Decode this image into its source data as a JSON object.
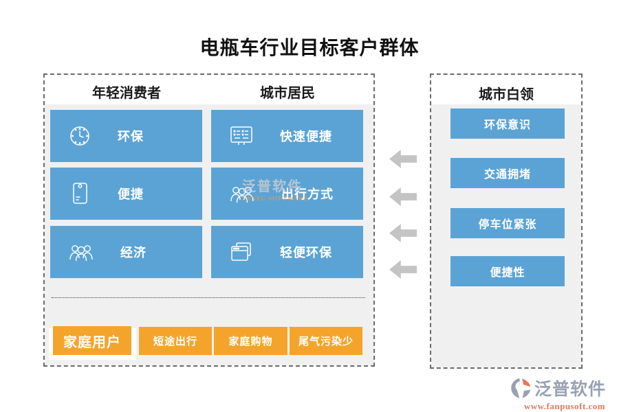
{
  "title": "电瓶车行业目标客户群体",
  "left_panel": {
    "columns": [
      {
        "header": "年轻消费者",
        "items": [
          {
            "icon": "clock-icon",
            "label": "环保"
          },
          {
            "icon": "envelope-icon",
            "label": "便捷"
          },
          {
            "icon": "people-group-icon",
            "label": "经济"
          }
        ]
      },
      {
        "header": "城市居民",
        "items": [
          {
            "icon": "form-list-icon",
            "label": "快速便捷"
          },
          {
            "icon": "people-group-icon",
            "label": "出行方式"
          },
          {
            "icon": "stacked-windows-icon",
            "label": "轻便环保"
          }
        ]
      }
    ],
    "bottom_row": {
      "primary": "家庭用户",
      "tags": [
        "短途出行",
        "家庭购物",
        "尾气污染少"
      ]
    }
  },
  "right_panel": {
    "header": "城市白领",
    "items": [
      "环保意识",
      "交通拥堵",
      "停车位紧张",
      "便捷性"
    ]
  },
  "watermark": {
    "text": "泛普软件",
    "subtext": "FANPU SOFTWARE"
  },
  "logo": {
    "name": "泛普软件",
    "url": "www.fanpusoft.com"
  },
  "colors": {
    "blue": "#5ba3d5",
    "orange": "#f5a42b",
    "panel_gray": "#f0f0f0",
    "arrow_gray": "#c4c4c4",
    "logo_gray": "#98a2b2",
    "logo_url_coral": "#dd7a5e"
  }
}
